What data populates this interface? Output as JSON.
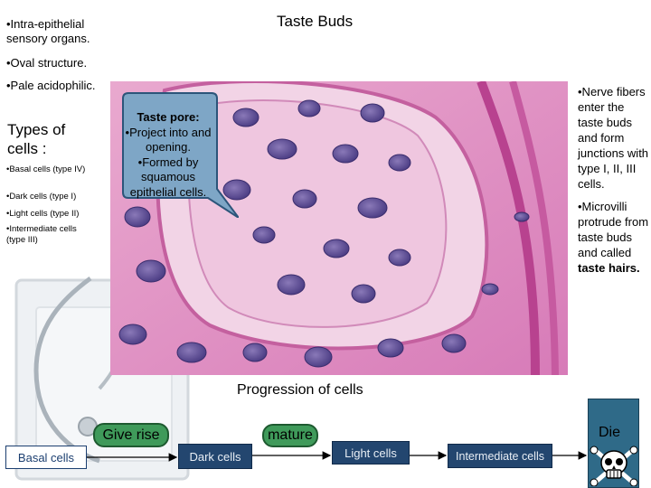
{
  "title": "Taste Buds",
  "intro_bullets": [
    "•Intra-epithelial sensory organs.",
    "•Oval structure.",
    "•Pale acidophilic."
  ],
  "types": {
    "heading_line1": "Types of",
    "heading_line2": "cells :",
    "items": [
      "•Basal cells (type IV)",
      "•Dark cells (type I)",
      "•Light cells (type II)",
      "•Intermediate cells (type III)"
    ]
  },
  "callout": {
    "title": "Taste pore:",
    "lines": [
      "•Project into and opening.",
      "•Formed by squamous epithelial cells."
    ]
  },
  "right_notes": {
    "nerve": "•Nerve fibers enter the taste buds and form junctions with type I, II, III cells.",
    "microvilli_pre": "•Microvilli protrude from taste buds and called ",
    "microvilli_bold": "taste hairs."
  },
  "progression": {
    "title": "Progression of cells",
    "boxes": {
      "basal": "Basal cells",
      "dark": "Dark cells",
      "light": "Light cells",
      "intermediate": "Intermediate cells"
    },
    "give_rise": "Give rise",
    "mature": "mature",
    "die": "Die"
  },
  "colors": {
    "box_fill": "#23466f",
    "pill_fill": "#3f9a5a",
    "die_fill": "#2f6a88",
    "callout_fill": "#7ea6c6"
  },
  "icons": [
    "stethoscope-icon",
    "skull-crossbones-icon",
    "histology-micrograph"
  ]
}
